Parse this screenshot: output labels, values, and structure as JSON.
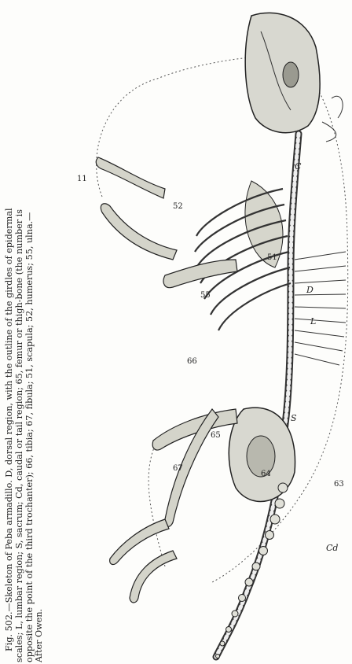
{
  "caption": {
    "line1": "Fig. 502.—Skeleton of Peba armadillo. D, dorsal region, with the outline of the girdles of epidermal",
    "line2": "scales; L, lumbar region; S, sacrum; Cd, caudal or tail region; 65, femur or thigh-bone (the number is",
    "line3": "opposite the point of the third trochanter); 66, tibia; 67, fibula; 51, scapula; 52, humerus; 55, ulna.—",
    "line4": "After Owen."
  },
  "labels": {
    "c": "C",
    "n11": "11",
    "n52": "52",
    "n51": "51",
    "n55": "55",
    "d": "D",
    "l": "L",
    "n66": "66",
    "s": "S",
    "n65": "65",
    "n67": "67",
    "n64": "64",
    "n63": "63",
    "cd": "Cd"
  }
}
